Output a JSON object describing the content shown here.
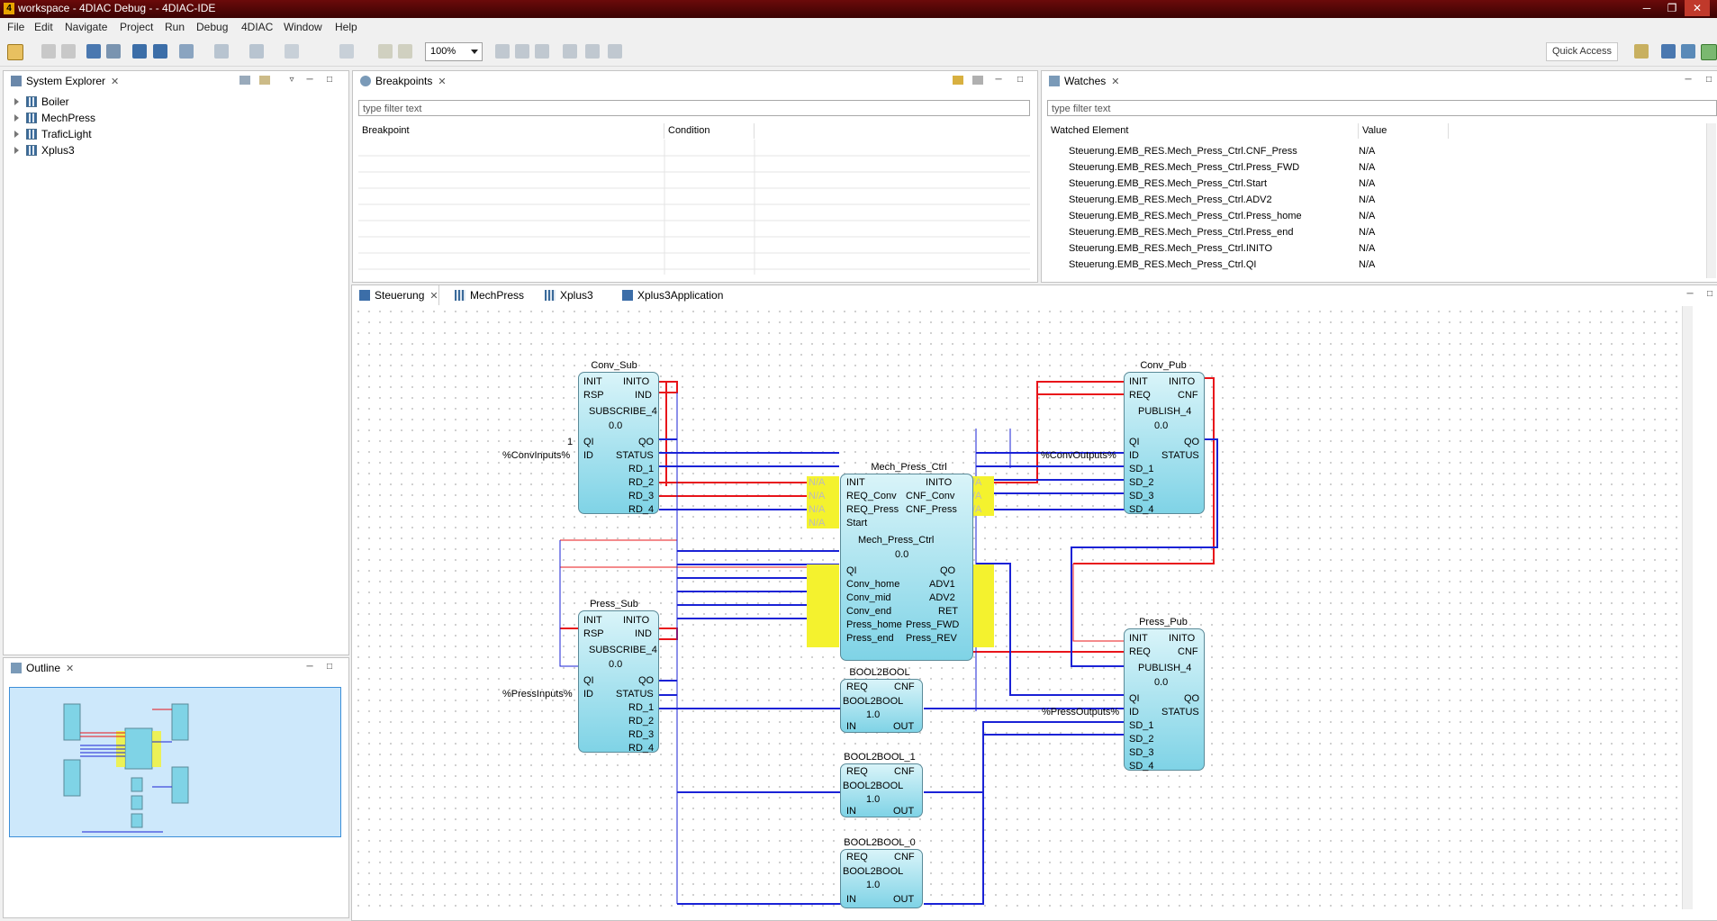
{
  "window": {
    "title": "workspace - 4DIAC Debug -  - 4DIAC-IDE",
    "app_icon": "4diac-icon"
  },
  "menu": [
    "File",
    "Edit",
    "Navigate",
    "Project",
    "Run",
    "Debug",
    "4DIAC",
    "Window",
    "Help"
  ],
  "toolbar": {
    "zoom": "100%",
    "quick_access": "Quick Access"
  },
  "system_explorer": {
    "title": "System Explorer",
    "items": [
      "Boiler",
      "MechPress",
      "TraficLight",
      "Xplus3"
    ]
  },
  "outline": {
    "title": "Outline"
  },
  "breakpoints": {
    "title": "Breakpoints",
    "filter_placeholder": "type filter text",
    "columns": [
      "Breakpoint",
      "Condition"
    ]
  },
  "watches": {
    "title": "Watches",
    "filter_placeholder": "type filter text",
    "columns": [
      "Watched Element",
      "Value"
    ],
    "rows": [
      {
        "element": "Steuerung.EMB_RES.Mech_Press_Ctrl.CNF_Press",
        "value": "N/A"
      },
      {
        "element": "Steuerung.EMB_RES.Mech_Press_Ctrl.Press_FWD",
        "value": "N/A"
      },
      {
        "element": "Steuerung.EMB_RES.Mech_Press_Ctrl.Start",
        "value": "N/A"
      },
      {
        "element": "Steuerung.EMB_RES.Mech_Press_Ctrl.ADV2",
        "value": "N/A"
      },
      {
        "element": "Steuerung.EMB_RES.Mech_Press_Ctrl.Press_home",
        "value": "N/A"
      },
      {
        "element": "Steuerung.EMB_RES.Mech_Press_Ctrl.Press_end",
        "value": "N/A"
      },
      {
        "element": "Steuerung.EMB_RES.Mech_Press_Ctrl.INITO",
        "value": "N/A"
      },
      {
        "element": "Steuerung.EMB_RES.Mech_Press_Ctrl.QI",
        "value": "N/A"
      }
    ]
  },
  "editor_tabs": [
    "Steuerung",
    "MechPress",
    "Xplus3",
    "Xplus3Application"
  ],
  "colors": {
    "event": "#e8141a",
    "data": "#1a22d6",
    "block_top": "#d9f4f9",
    "block_bottom": "#7fd3e6",
    "na_highlight": "#f4f22e"
  },
  "diagram": {
    "conv_sub": {
      "name": "Conv_Sub",
      "type": "SUBSCRIBE_4",
      "version": "0.0",
      "ev_in": [
        "INIT",
        "RSP"
      ],
      "ev_out": [
        "INITO",
        "IND"
      ],
      "data_in": [
        "QI",
        "ID"
      ],
      "data_out": [
        "QO",
        "STATUS",
        "RD_1",
        "RD_2",
        "RD_3",
        "RD_4"
      ],
      "qi_value": "1",
      "id_value": "%ConvInputs%"
    },
    "press_sub": {
      "name": "Press_Sub",
      "type": "SUBSCRIBE_4",
      "version": "0.0",
      "ev_in": [
        "INIT",
        "RSP"
      ],
      "ev_out": [
        "INITO",
        "IND"
      ],
      "data_in": [
        "QI",
        "ID"
      ],
      "data_out": [
        "QO",
        "STATUS",
        "RD_1",
        "RD_2",
        "RD_3",
        "RD_4"
      ],
      "id_value": "%PressInputs%"
    },
    "conv_pub": {
      "name": "Conv_Pub",
      "type": "PUBLISH_4",
      "version": "0.0",
      "ev_in": [
        "INIT",
        "REQ"
      ],
      "ev_out": [
        "INITO",
        "CNF"
      ],
      "data_in": [
        "QI",
        "ID",
        "SD_1",
        "SD_2",
        "SD_3",
        "SD_4"
      ],
      "data_out": [
        "QO",
        "STATUS"
      ],
      "id_value": "%ConvOutputs%"
    },
    "press_pub": {
      "name": "Press_Pub",
      "type": "PUBLISH_4",
      "version": "0.0",
      "ev_in": [
        "INIT",
        "REQ"
      ],
      "ev_out": [
        "INITO",
        "CNF"
      ],
      "data_in": [
        "QI",
        "ID",
        "SD_1",
        "SD_2",
        "SD_3",
        "SD_4"
      ],
      "data_out": [
        "QO",
        "STATUS"
      ],
      "id_value": "%PressOutputs%"
    },
    "mech": {
      "name": "Mech_Press_Ctrl",
      "type": "Mech_Press_Ctrl",
      "version": "0.0",
      "ev_in": [
        "INIT",
        "REQ_Conv",
        "REQ_Press",
        "Start"
      ],
      "ev_out": [
        "INITO",
        "CNF_Conv",
        "CNF_Press"
      ],
      "data_in": [
        "QI",
        "Conv_home",
        "Conv_mid",
        "Conv_end",
        "Press_home",
        "Press_end"
      ],
      "data_out": [
        "QO",
        "ADV1",
        "ADV2",
        "RET",
        "Press_FWD",
        "Press_REV"
      ],
      "na": "N/A"
    },
    "b2b": {
      "name": "BOOL2BOOL",
      "type": "BOOL2BOOL",
      "version": "1.0",
      "ev_in": "REQ",
      "ev_out": "CNF",
      "d_in": "IN",
      "d_out": "OUT"
    },
    "b2b1": {
      "name": "BOOL2BOOL_1",
      "type": "BOOL2BOOL",
      "version": "1.0",
      "ev_in": "REQ",
      "ev_out": "CNF",
      "d_in": "IN",
      "d_out": "OUT"
    },
    "b2b0": {
      "name": "BOOL2BOOL_0",
      "type": "BOOL2BOOL",
      "version": "1.0",
      "ev_in": "REQ",
      "ev_out": "CNF",
      "d_in": "IN",
      "d_out": "OUT"
    }
  }
}
